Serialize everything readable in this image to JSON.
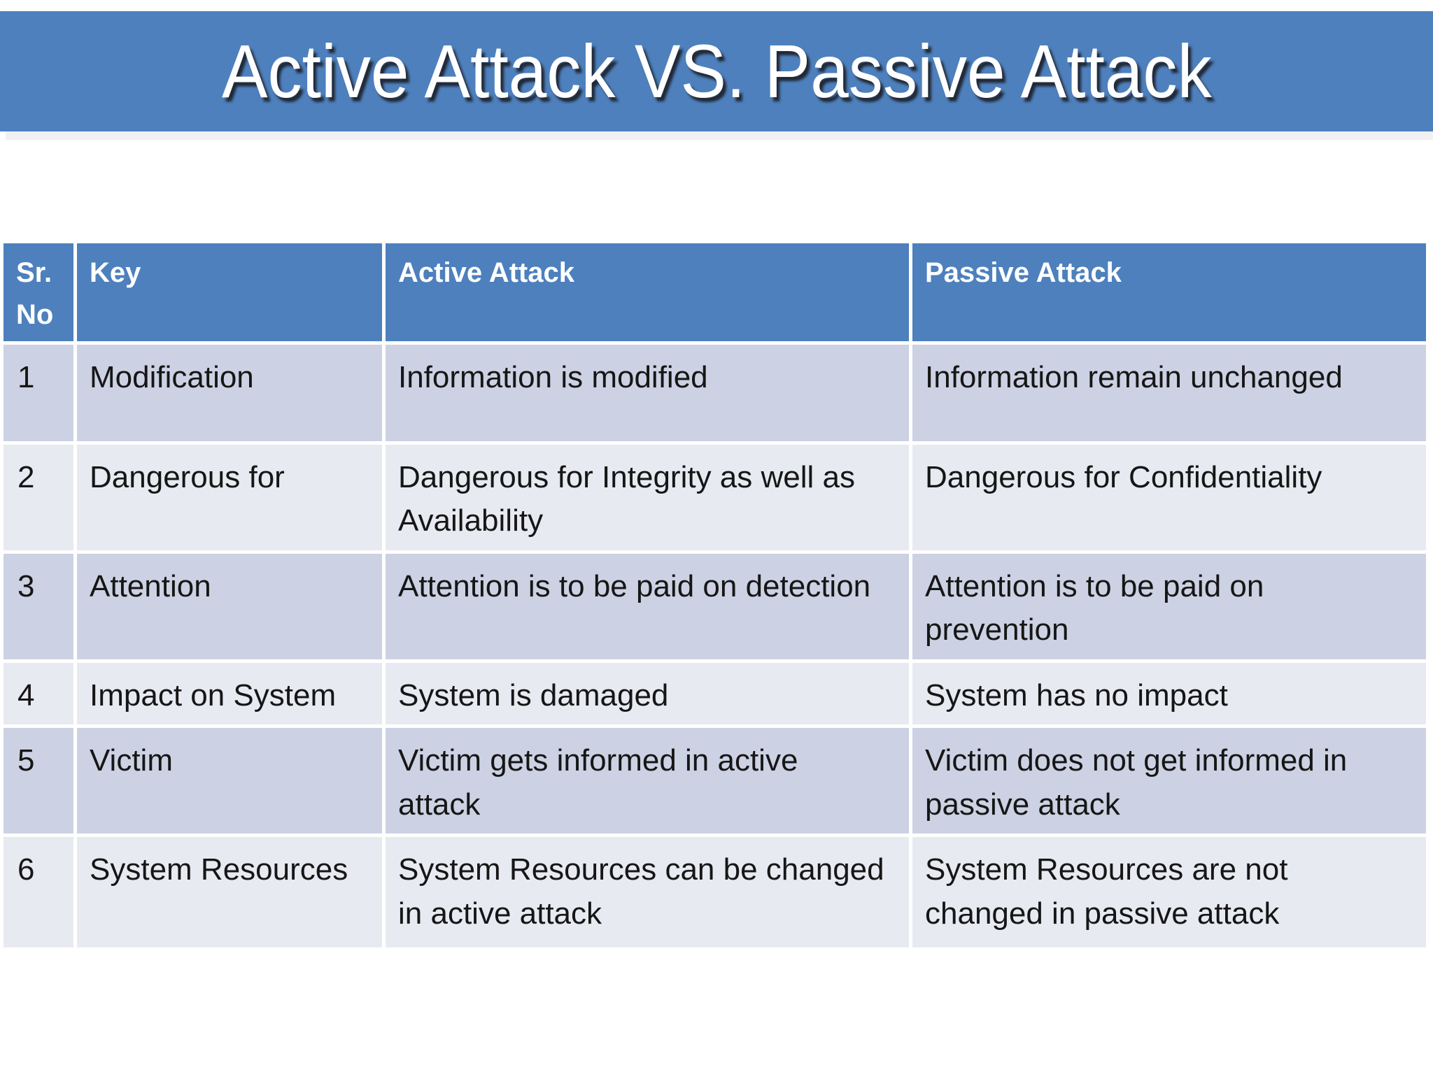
{
  "slide": {
    "title": "Active Attack VS. Passive Attack"
  },
  "table": {
    "headers": [
      "Sr. No",
      "Key",
      "Active Attack",
      "Passive Attack"
    ],
    "rows": [
      {
        "sr": "1",
        "key": "Modification",
        "active": "Information is modified",
        "passive": "Information remain unchanged"
      },
      {
        "sr": "2",
        "key": "Dangerous for",
        "active": "Dangerous for Integrity as well as Availability",
        "passive": "Dangerous for Confidentiality"
      },
      {
        "sr": "3",
        "key": "Attention",
        "active": "Attention is to be paid on detection",
        "passive": "Attention is to be paid on prevention"
      },
      {
        "sr": "4",
        "key": "Impact on System",
        "active": "System is damaged",
        "passive": "System has no impact"
      },
      {
        "sr": "5",
        "key": "Victim",
        "active": "Victim gets informed in active attack",
        "passive": "Victim does not get informed in passive attack"
      },
      {
        "sr": "6",
        "key": "System Resources",
        "active": "System Resources can be changed in active attack",
        "passive": "System Resources are not changed in passive attack"
      }
    ]
  },
  "colors": {
    "banner_blue": "#4e80bd",
    "header_blue": "#4d80bd",
    "band_dark": "#ccd2e3",
    "band_light": "#e8eaf2",
    "body_text": "#161616",
    "header_text": "#ffffff",
    "banner_strip": "#f1f1f3"
  }
}
